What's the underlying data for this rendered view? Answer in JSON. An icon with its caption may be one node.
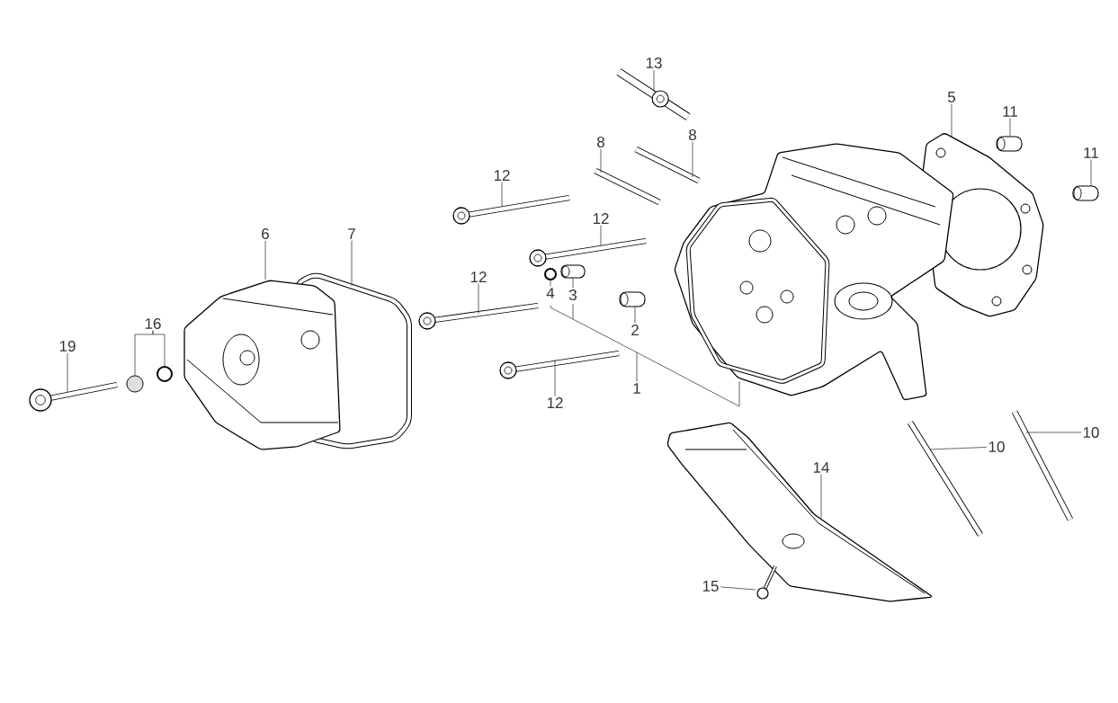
{
  "diagram": {
    "nodes": [
      {
        "text": [
          "13"
        ]
      },
      {
        "text": [],
        "shape": "picture"
      },
      {
        "text": [
          "8"
        ]
      },
      {
        "text": [],
        "shape": "picture"
      },
      {
        "text": [
          "8"
        ]
      },
      {
        "text": [],
        "shape": "picture"
      },
      {
        "text": [
          "5"
        ]
      },
      {
        "text": [],
        "shape": "picture"
      },
      {
        "text": [
          "11"
        ]
      },
      {
        "text": [],
        "shape": "picture"
      },
      {
        "text": [
          "11"
        ]
      },
      {
        "text": [],
        "shape": "picture"
      },
      {
        "text": [
          "12"
        ]
      },
      {
        "text": [],
        "shape": "picture"
      },
      {
        "text": [
          "12"
        ]
      },
      {
        "text": [],
        "shape": "picture"
      },
      {
        "text": [
          "6"
        ]
      },
      {
        "text": [],
        "shape": "picture"
      },
      {
        "text": [
          "7"
        ]
      },
      {
        "text": [],
        "shape": "picture"
      },
      {
        "text": [
          "12"
        ]
      },
      {
        "text": [],
        "shape": "picture"
      },
      {
        "text": [
          "4"
        ]
      },
      {
        "text": [],
        "shape": "picture"
      },
      {
        "text": [
          "3"
        ]
      },
      {
        "text": [],
        "shape": "picture"
      },
      {
        "text": [
          "2"
        ]
      },
      {
        "text": [],
        "shape": "picture"
      },
      {
        "text": [
          "1"
        ]
      },
      {
        "text": [],
        "shape": "picture"
      },
      {
        "text": [
          "12"
        ]
      },
      {
        "text": [],
        "shape": "picture"
      },
      {
        "text": [
          "16"
        ]
      },
      {
        "text": [],
        "shape": "circle"
      },
      {
        "text": [],
        "shape": "circle"
      },
      {
        "text": [
          "19"
        ]
      },
      {
        "text": [],
        "shape": "picture"
      },
      {
        "text": [
          "14"
        ]
      },
      {
        "text": [],
        "shape": "picture"
      },
      {
        "text": [
          "10"
        ]
      },
      {
        "text": [],
        "shape": "picture"
      },
      {
        "text": [
          "10"
        ]
      },
      {
        "text": [],
        "shape": "picture"
      },
      {
        "text": [
          "15"
        ]
      },
      {
        "text": [],
        "shape": "picture"
      }
    ],
    "edges": [
      {
        "from": 0,
        "to": 1,
        "arrow": "none"
      },
      {
        "from": 2,
        "to": 3,
        "arrow": "none"
      },
      {
        "from": 4,
        "to": 5,
        "arrow": "none"
      },
      {
        "from": 6,
        "to": 7,
        "arrow": "none"
      },
      {
        "from": 8,
        "to": 9,
        "arrow": "none"
      },
      {
        "from": 10,
        "to": 11,
        "arrow": "none"
      },
      {
        "from": 12,
        "to": 13,
        "arrow": "none"
      },
      {
        "from": 14,
        "to": 15,
        "arrow": "none"
      },
      {
        "from": 16,
        "to": 17,
        "arrow": "none"
      },
      {
        "from": 18,
        "to": 19,
        "arrow": "none"
      },
      {
        "from": 20,
        "to": 21,
        "arrow": "none"
      },
      {
        "from": 22,
        "to": 23,
        "arrow": "none"
      },
      {
        "from": 24,
        "to": 25,
        "arrow": "none"
      },
      {
        "from": 26,
        "to": 27,
        "arrow": "none"
      },
      {
        "from": 28,
        "to": 29,
        "arrow": "none"
      },
      {
        "from": 30,
        "to": 31,
        "arrow": "none"
      },
      {
        "from": 32,
        "to": 33,
        "arrow": "none"
      },
      {
        "from": 32,
        "to": 34,
        "arrow": "none"
      },
      {
        "from": 35,
        "to": 36,
        "arrow": "none"
      },
      {
        "from": 37,
        "to": 38,
        "arrow": "none"
      },
      {
        "from": 39,
        "to": 40,
        "arrow": "none"
      },
      {
        "from": 41,
        "to": 42,
        "arrow": "none"
      },
      {
        "from": 43,
        "to": 44,
        "arrow": "none"
      }
    ]
  }
}
